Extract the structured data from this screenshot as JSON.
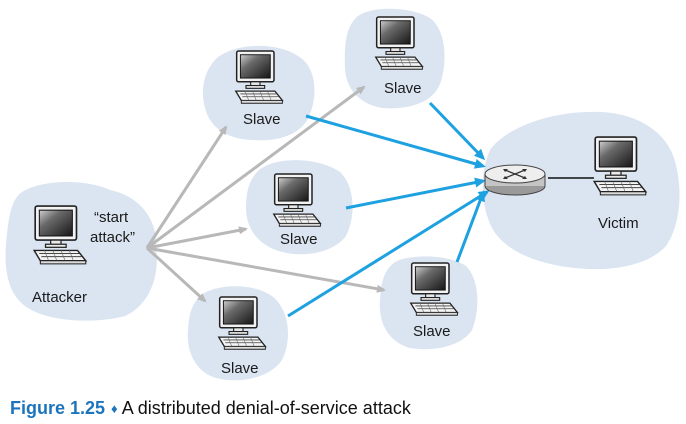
{
  "nodes": {
    "attacker": {
      "label": "Attacker"
    },
    "victim": {
      "label": "Victim"
    },
    "slave1": {
      "label": "Slave"
    },
    "slave2": {
      "label": "Slave"
    },
    "slave3": {
      "label": "Slave"
    },
    "slave4": {
      "label": "Slave"
    },
    "slave5": {
      "label": "Slave"
    }
  },
  "command": {
    "line1": "“start",
    "line2": "attack”"
  },
  "caption": {
    "figure_number": "Figure 1.25",
    "separator": "♦",
    "text": "A distributed denial-of-service attack"
  },
  "colors": {
    "cloud": "#dbe5f1",
    "command_arrow": "#b8b8b8",
    "attack_arrow": "#1ea1e0",
    "caption_accent": "#1c75bc"
  },
  "icons": {
    "host": "desktop-computer-icon",
    "router": "router-icon"
  }
}
